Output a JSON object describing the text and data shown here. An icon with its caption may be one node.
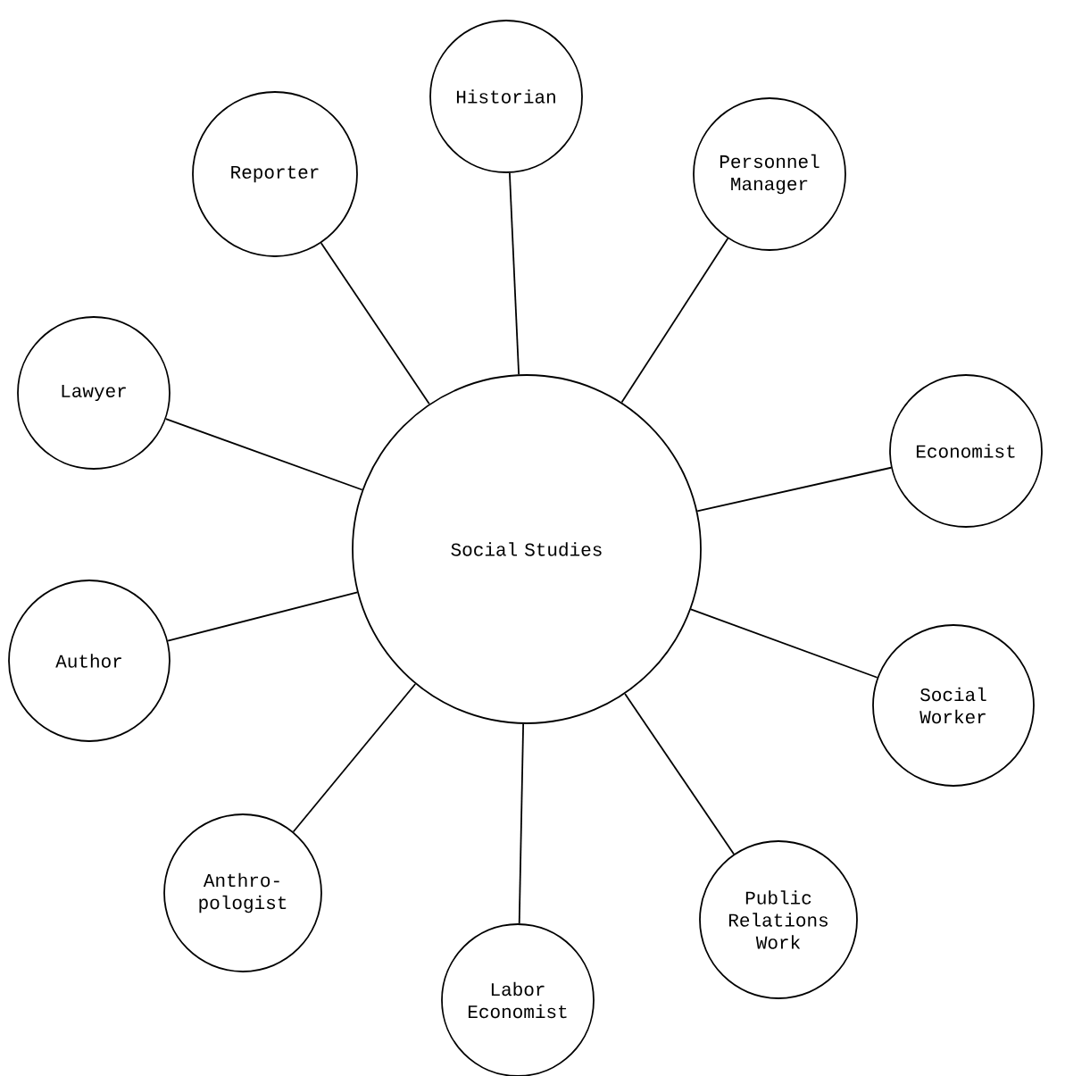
{
  "diagram": {
    "nodes": [
      {
        "text": [
          "Historian"
        ]
      },
      {
        "text": [
          "Reporter"
        ]
      },
      {
        "text": [
          "Personnel Manager"
        ]
      },
      {
        "text": [
          "Lawyer"
        ]
      },
      {
        "text": [
          "Economist"
        ]
      },
      {
        "text": [
          "Social Studies"
        ]
      },
      {
        "text": [
          "Author"
        ]
      },
      {
        "text": [
          "Social Worker"
        ]
      },
      {
        "text": [
          "Anthro-pologist"
        ]
      },
      {
        "text": [
          "Public Relations Work"
        ]
      },
      {
        "text": [
          "Labor Economist"
        ]
      }
    ],
    "edges": [
      {
        "from": 5,
        "to": 0,
        "arrow": "none"
      },
      {
        "from": 5,
        "to": 1,
        "arrow": "none"
      },
      {
        "from": 5,
        "to": 2,
        "arrow": "none"
      },
      {
        "from": 5,
        "to": 3,
        "arrow": "none"
      },
      {
        "from": 5,
        "to": 4,
        "arrow": "none"
      },
      {
        "from": 5,
        "to": 6,
        "arrow": "none"
      },
      {
        "from": 5,
        "to": 7,
        "arrow": "none"
      },
      {
        "from": 5,
        "to": 8,
        "arrow": "none"
      },
      {
        "from": 5,
        "to": 9,
        "arrow": "none"
      },
      {
        "from": 5,
        "to": 10,
        "arrow": "none"
      }
    ]
  }
}
